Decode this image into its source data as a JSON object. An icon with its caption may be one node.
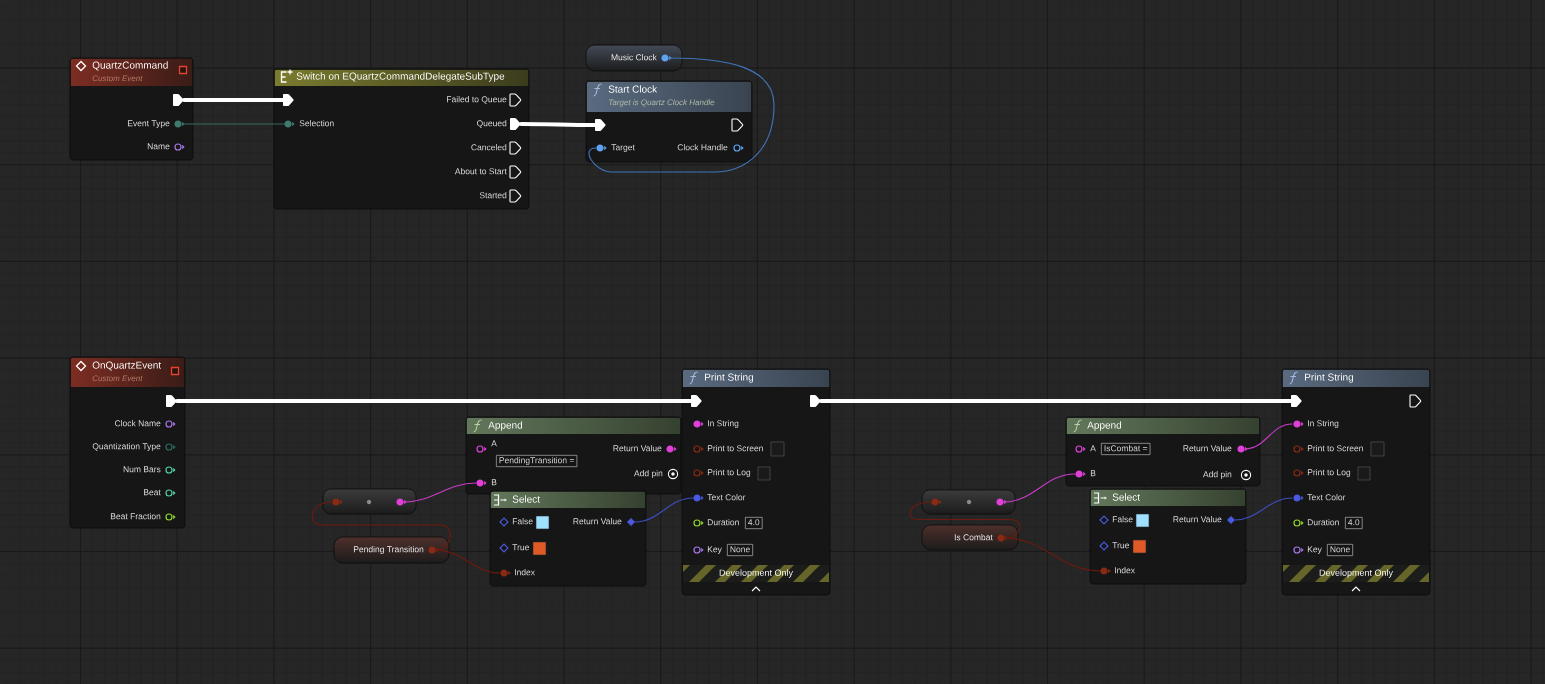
{
  "diagram": {
    "nodes": [
      {
        "text": [
          "QuartzCommand",
          "Custom Event",
          "Event Type",
          "Name"
        ]
      },
      {
        "text": [
          "Switch on EQuartzCommandDelegateSubType",
          "Failed to Queue",
          "Selection",
          "Queued",
          "Canceled",
          "About to Start",
          "Started"
        ]
      },
      {
        "text": [
          "Music Clock"
        ]
      },
      {
        "text": [
          "Start Clock",
          "Target is Quartz Clock Handle",
          "Target",
          "Clock Handle"
        ]
      },
      {
        "text": [
          "OnQuartzEvent",
          "Custom Event",
          "Clock Name",
          "Quantization Type",
          "Num Bars",
          "Beat",
          "Beat Fraction"
        ]
      },
      {
        "text": [],
        "shape": "box"
      },
      {
        "text": [
          "Pending Transition"
        ]
      },
      {
        "text": [
          "Append",
          "A",
          "Return Value",
          "PendingTransition =",
          "Add pin",
          "B"
        ]
      },
      {
        "text": [
          "Select",
          "False",
          "Return Value",
          "True",
          "Index"
        ]
      },
      {
        "text": [
          "Print String",
          "In String",
          "Print to Screen",
          "Print to Log",
          "Text Color",
          "Duration",
          "4.0",
          "Key",
          "None",
          "Development Only"
        ]
      },
      {
        "text": [],
        "shape": "box"
      },
      {
        "text": [
          "Is Combat"
        ]
      },
      {
        "text": [
          "Append",
          "A",
          "IsCombat =",
          "Return Value",
          "B",
          "Add pin"
        ]
      },
      {
        "text": [
          "Select",
          "False",
          "Return Value",
          "True",
          "Index"
        ]
      },
      {
        "text": [
          "Print String",
          "In String",
          "Print to Screen",
          "Print to Log",
          "Text Color",
          "Duration",
          "4.0",
          "Key",
          "None",
          "Development Only"
        ]
      }
    ],
    "edges": [
      {
        "from": 0,
        "to": 1,
        "arrow": "none",
        "style": "thick"
      },
      {
        "from": 0,
        "to": 1,
        "arrow": "none",
        "color": "#3b6b62"
      },
      {
        "from": 1,
        "to": 3,
        "arrow": "none",
        "style": "thick"
      },
      {
        "from": 2,
        "to": 3,
        "arrow": "none",
        "color": "#3f74b8"
      },
      {
        "from": 4,
        "to": 9,
        "arrow": "none",
        "style": "thick"
      },
      {
        "from": 9,
        "to": 14,
        "arrow": "none",
        "style": "thick"
      },
      {
        "from": 5,
        "to": 7,
        "arrow": "none",
        "color": "#c83cc8"
      },
      {
        "from": 6,
        "to": 5,
        "arrow": "none",
        "color": "#6e1a0c"
      },
      {
        "from": 6,
        "to": 8,
        "arrow": "none",
        "color": "#6e1a0c"
      },
      {
        "from": 8,
        "to": 9,
        "arrow": "none",
        "color": "#3c4fc4"
      },
      {
        "from": 10,
        "to": 12,
        "arrow": "none",
        "color": "#c83cc8"
      },
      {
        "from": 11,
        "to": 10,
        "arrow": "none",
        "color": "#6e1a0c"
      },
      {
        "from": 11,
        "to": 13,
        "arrow": "none",
        "color": "#6e1a0c"
      },
      {
        "from": 12,
        "to": 14,
        "arrow": "none",
        "color": "#c83cc8"
      },
      {
        "from": 13,
        "to": 14,
        "arrow": "none",
        "color": "#3c4fc4"
      }
    ]
  }
}
